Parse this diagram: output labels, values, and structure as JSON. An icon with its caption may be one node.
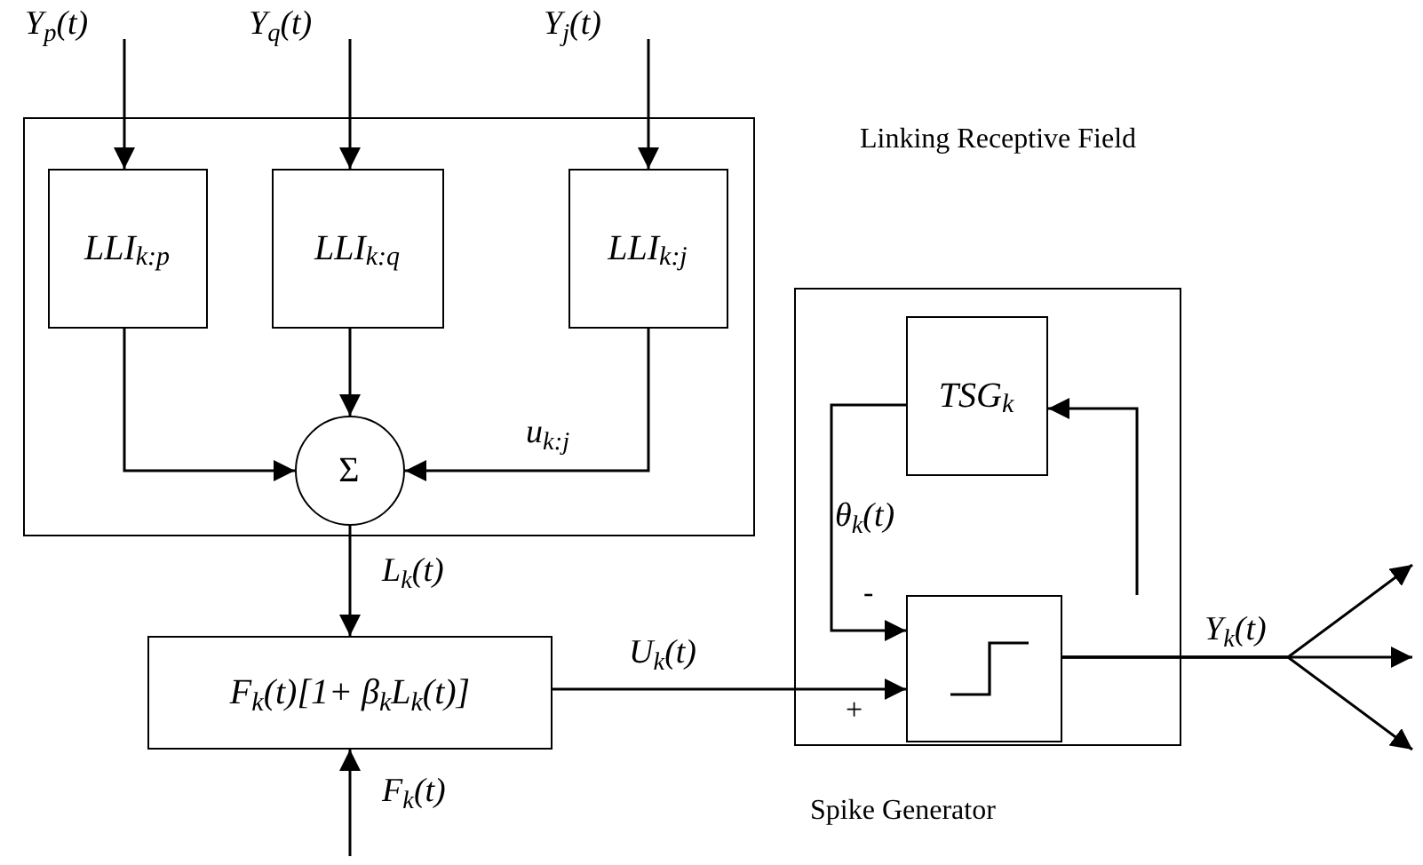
{
  "diagram": {
    "nodes": [
      {
        "text": [
          "Linking Receptive Field"
        ]
      },
      {
        "text": [
          "LLI$_{k:p}$"
        ],
        "in": 0
      },
      {
        "text": [
          "LLI$_{k:q}$"
        ],
        "in": 0
      },
      {
        "text": [
          "LLI$_{k:j}$"
        ],
        "in": 0
      },
      {
        "text": [
          "Σ"
        ],
        "in": 0
      },
      {
        "text": [
          "F$_{k}$(t)[1+ β$_{k}$L$_{k}$(t)]"
        ]
      },
      {
        "text": [
          "Spike Generator"
        ]
      },
      {
        "text": [
          "TSG$_{k}$"
        ],
        "in": 6
      },
      {
        "text": [],
        "shape": "box",
        "in": 6
      }
    ],
    "edges": [
      {
        "from": null,
        "to": 1,
        "arrow": "to",
        "label": "Y$_{p}$(t)"
      },
      {
        "from": null,
        "to": 2,
        "arrow": "to",
        "label": "Y$_{q}$(t)"
      },
      {
        "from": null,
        "to": 3,
        "arrow": "to",
        "label": "Y$_{j}$(t)"
      },
      {
        "from": 1,
        "to": 4,
        "arrow": "to"
      },
      {
        "from": 2,
        "to": 4,
        "arrow": "to"
      },
      {
        "from": 3,
        "to": 4,
        "arrow": "to",
        "label": "u$_{k:j}$"
      },
      {
        "from": 4,
        "to": 5,
        "arrow": "to",
        "label": "L$_{k}$(t)"
      },
      {
        "from": null,
        "to": 5,
        "arrow": "to",
        "label": "F$_{k}$(t)"
      },
      {
        "from": 5,
        "to": 8,
        "arrow": "to",
        "label": "U$_{k}$(t)"
      },
      {
        "from": 7,
        "to": 8,
        "arrow": "to",
        "label": "θ$_{k}$(t)"
      },
      {
        "from": 8,
        "to": 7,
        "arrow": "to"
      },
      {
        "from": 8,
        "to": null,
        "arrow": "to"
      },
      {
        "from": 8,
        "to": null,
        "arrow": "to",
        "label": "Y$_{k}$(t)"
      },
      {
        "from": 8,
        "to": null,
        "arrow": "to"
      }
    ],
    "labels": [
      "-",
      "+"
    ]
  }
}
